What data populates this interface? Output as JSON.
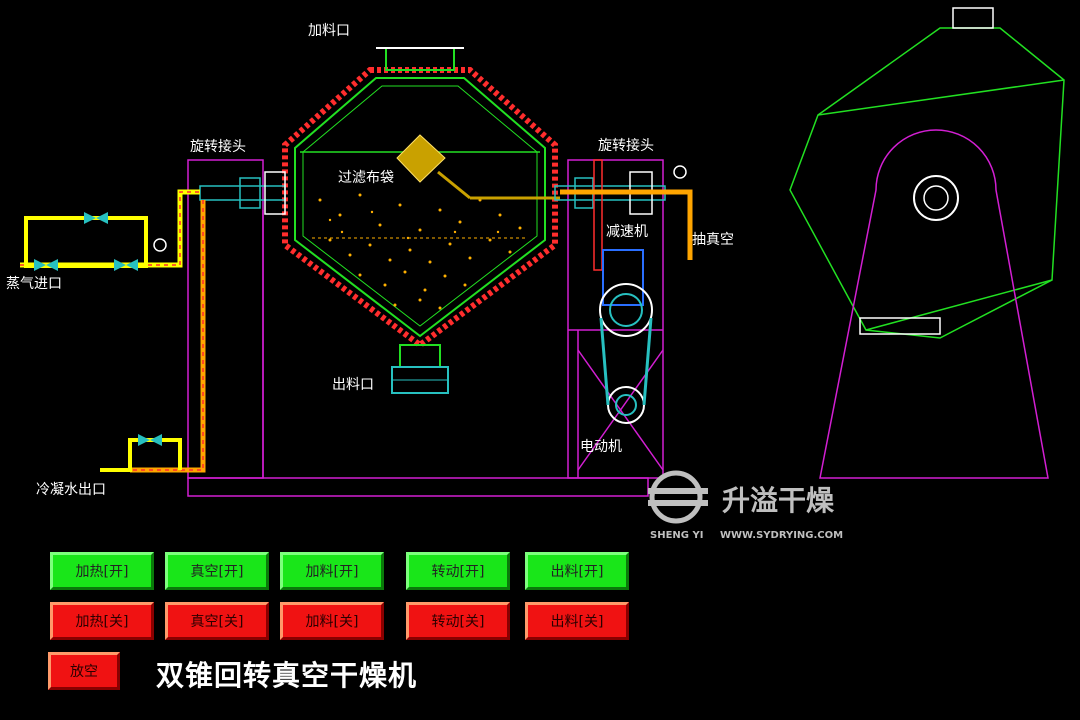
{
  "diagram": {
    "labels": {
      "feed_inlet": "加料口",
      "rotary_joint_left": "旋转接头",
      "rotary_joint_right": "旋转接头",
      "filter_bag": "过滤布袋",
      "reducer": "减速机",
      "vacuum_pump": "抽真空",
      "steam_inlet": "蒸气进口",
      "discharge_outlet": "出料口",
      "motor": "电动机",
      "condensate_outlet": "冷凝水出口"
    },
    "colors": {
      "frame": "#d21fd2",
      "vessel": "#22e022",
      "jacket": "#ff2d2d",
      "pipe": "#ff8a00",
      "steam_pipe": "#ffff00",
      "valve": "#27c0c0",
      "particles": "#ffb000"
    }
  },
  "brand": {
    "name_cn": "升溢干燥",
    "name_en": "SHENG YI",
    "url": "WWW.SYDRYING.COM"
  },
  "controls": {
    "on_row": [
      "加热[开]",
      "真空[开]",
      "加料[开]",
      "转动[开]",
      "出料[开]"
    ],
    "off_row": [
      "加热[关]",
      "真空[关]",
      "加料[关]",
      "转动[关]",
      "出料[关]"
    ],
    "vent": "放空"
  },
  "title": "双锥回转真空干燥机"
}
